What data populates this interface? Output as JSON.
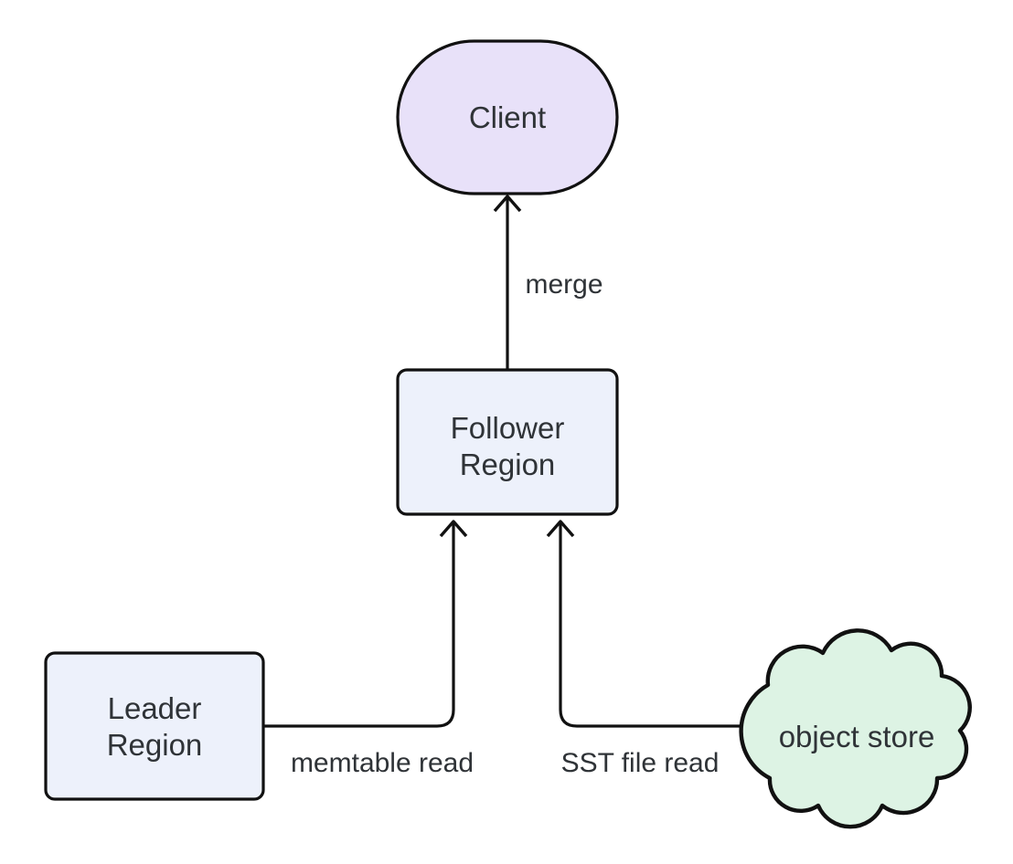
{
  "diagram": {
    "background_color": "#ffffff",
    "stroke_color": "#111111",
    "text_color": "#2f3337",
    "nodes": {
      "client": {
        "label": "Client",
        "shape": "stadium",
        "fill": "#e8e1f9"
      },
      "follower_region": {
        "label": "Follower Region",
        "label_line1": "Follower",
        "label_line2": "Region",
        "shape": "rounded-rectangle",
        "fill": "#edf1fb"
      },
      "leader_region": {
        "label": "Leader Region",
        "label_line1": "Leader",
        "label_line2": "Region",
        "shape": "rounded-rectangle",
        "fill": "#edf1fb"
      },
      "object_store": {
        "label": "object store",
        "shape": "cloud",
        "fill": "#ddf3e4"
      }
    },
    "edges": [
      {
        "from": "Follower Region",
        "to": "Client",
        "label": "merge"
      },
      {
        "from": "Leader Region",
        "to": "Follower Region",
        "label": "memtable read"
      },
      {
        "from": "object store",
        "to": "Follower Region",
        "label": "SST file read"
      }
    ]
  }
}
